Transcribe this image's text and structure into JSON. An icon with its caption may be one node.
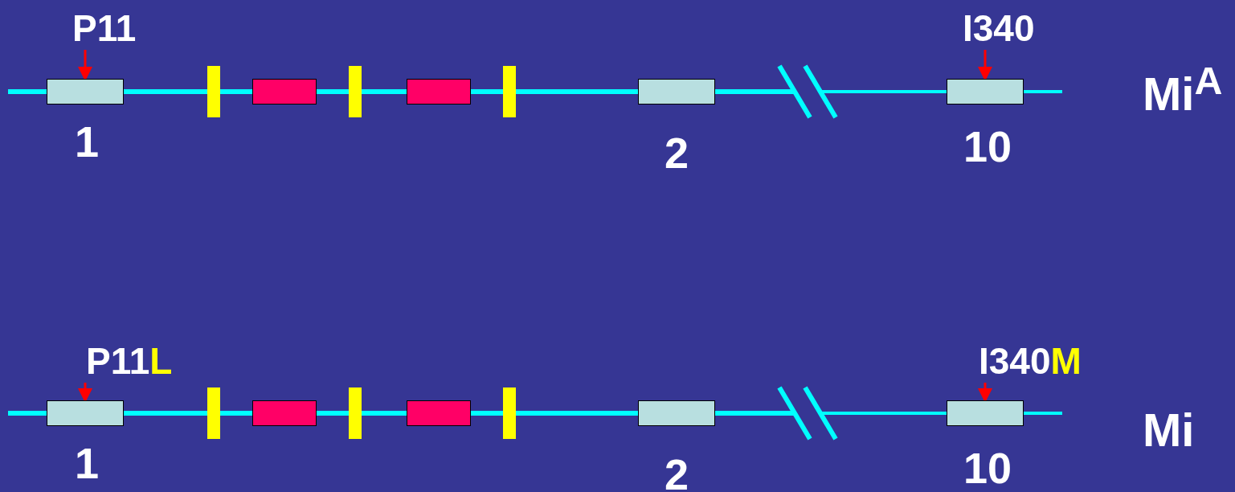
{
  "diagram": {
    "nodes": [
      {
        "text": [
          "P11"
        ]
      },
      {
        "text": [
          "I340"
        ]
      },
      {
        "text": [],
        "shape": "box",
        "beside": [
          "1"
        ]
      },
      {
        "text": [],
        "shape": "bar"
      },
      {
        "text": [],
        "shape": "box"
      },
      {
        "text": [],
        "shape": "bar"
      },
      {
        "text": [],
        "shape": "box"
      },
      {
        "text": [],
        "shape": "bar"
      },
      {
        "text": [],
        "shape": "box",
        "beside": [
          "2"
        ]
      },
      {
        "text": [],
        "shape": "box",
        "beside": [
          "10"
        ]
      },
      {
        "text": [
          "P11L"
        ]
      },
      {
        "text": [
          "I340M"
        ]
      },
      {
        "text": [],
        "shape": "box",
        "beside": [
          "1"
        ]
      },
      {
        "text": [],
        "shape": "bar"
      },
      {
        "text": [],
        "shape": "box"
      },
      {
        "text": [],
        "shape": "bar"
      },
      {
        "text": [],
        "shape": "box"
      },
      {
        "text": [],
        "shape": "bar"
      },
      {
        "text": [],
        "shape": "box",
        "beside": [
          "2"
        ]
      },
      {
        "text": [],
        "shape": "box",
        "beside": [
          "10"
        ]
      }
    ],
    "edges": [
      {
        "from": 0,
        "to": 2,
        "arrow": "to"
      },
      {
        "from": 1,
        "to": 9,
        "arrow": "to"
      },
      {
        "from": 10,
        "to": 12,
        "arrow": "to"
      },
      {
        "from": 11,
        "to": 19,
        "arrow": "to"
      }
    ],
    "labels": [
      "Mi$^{A}$",
      "Mi"
    ]
  }
}
